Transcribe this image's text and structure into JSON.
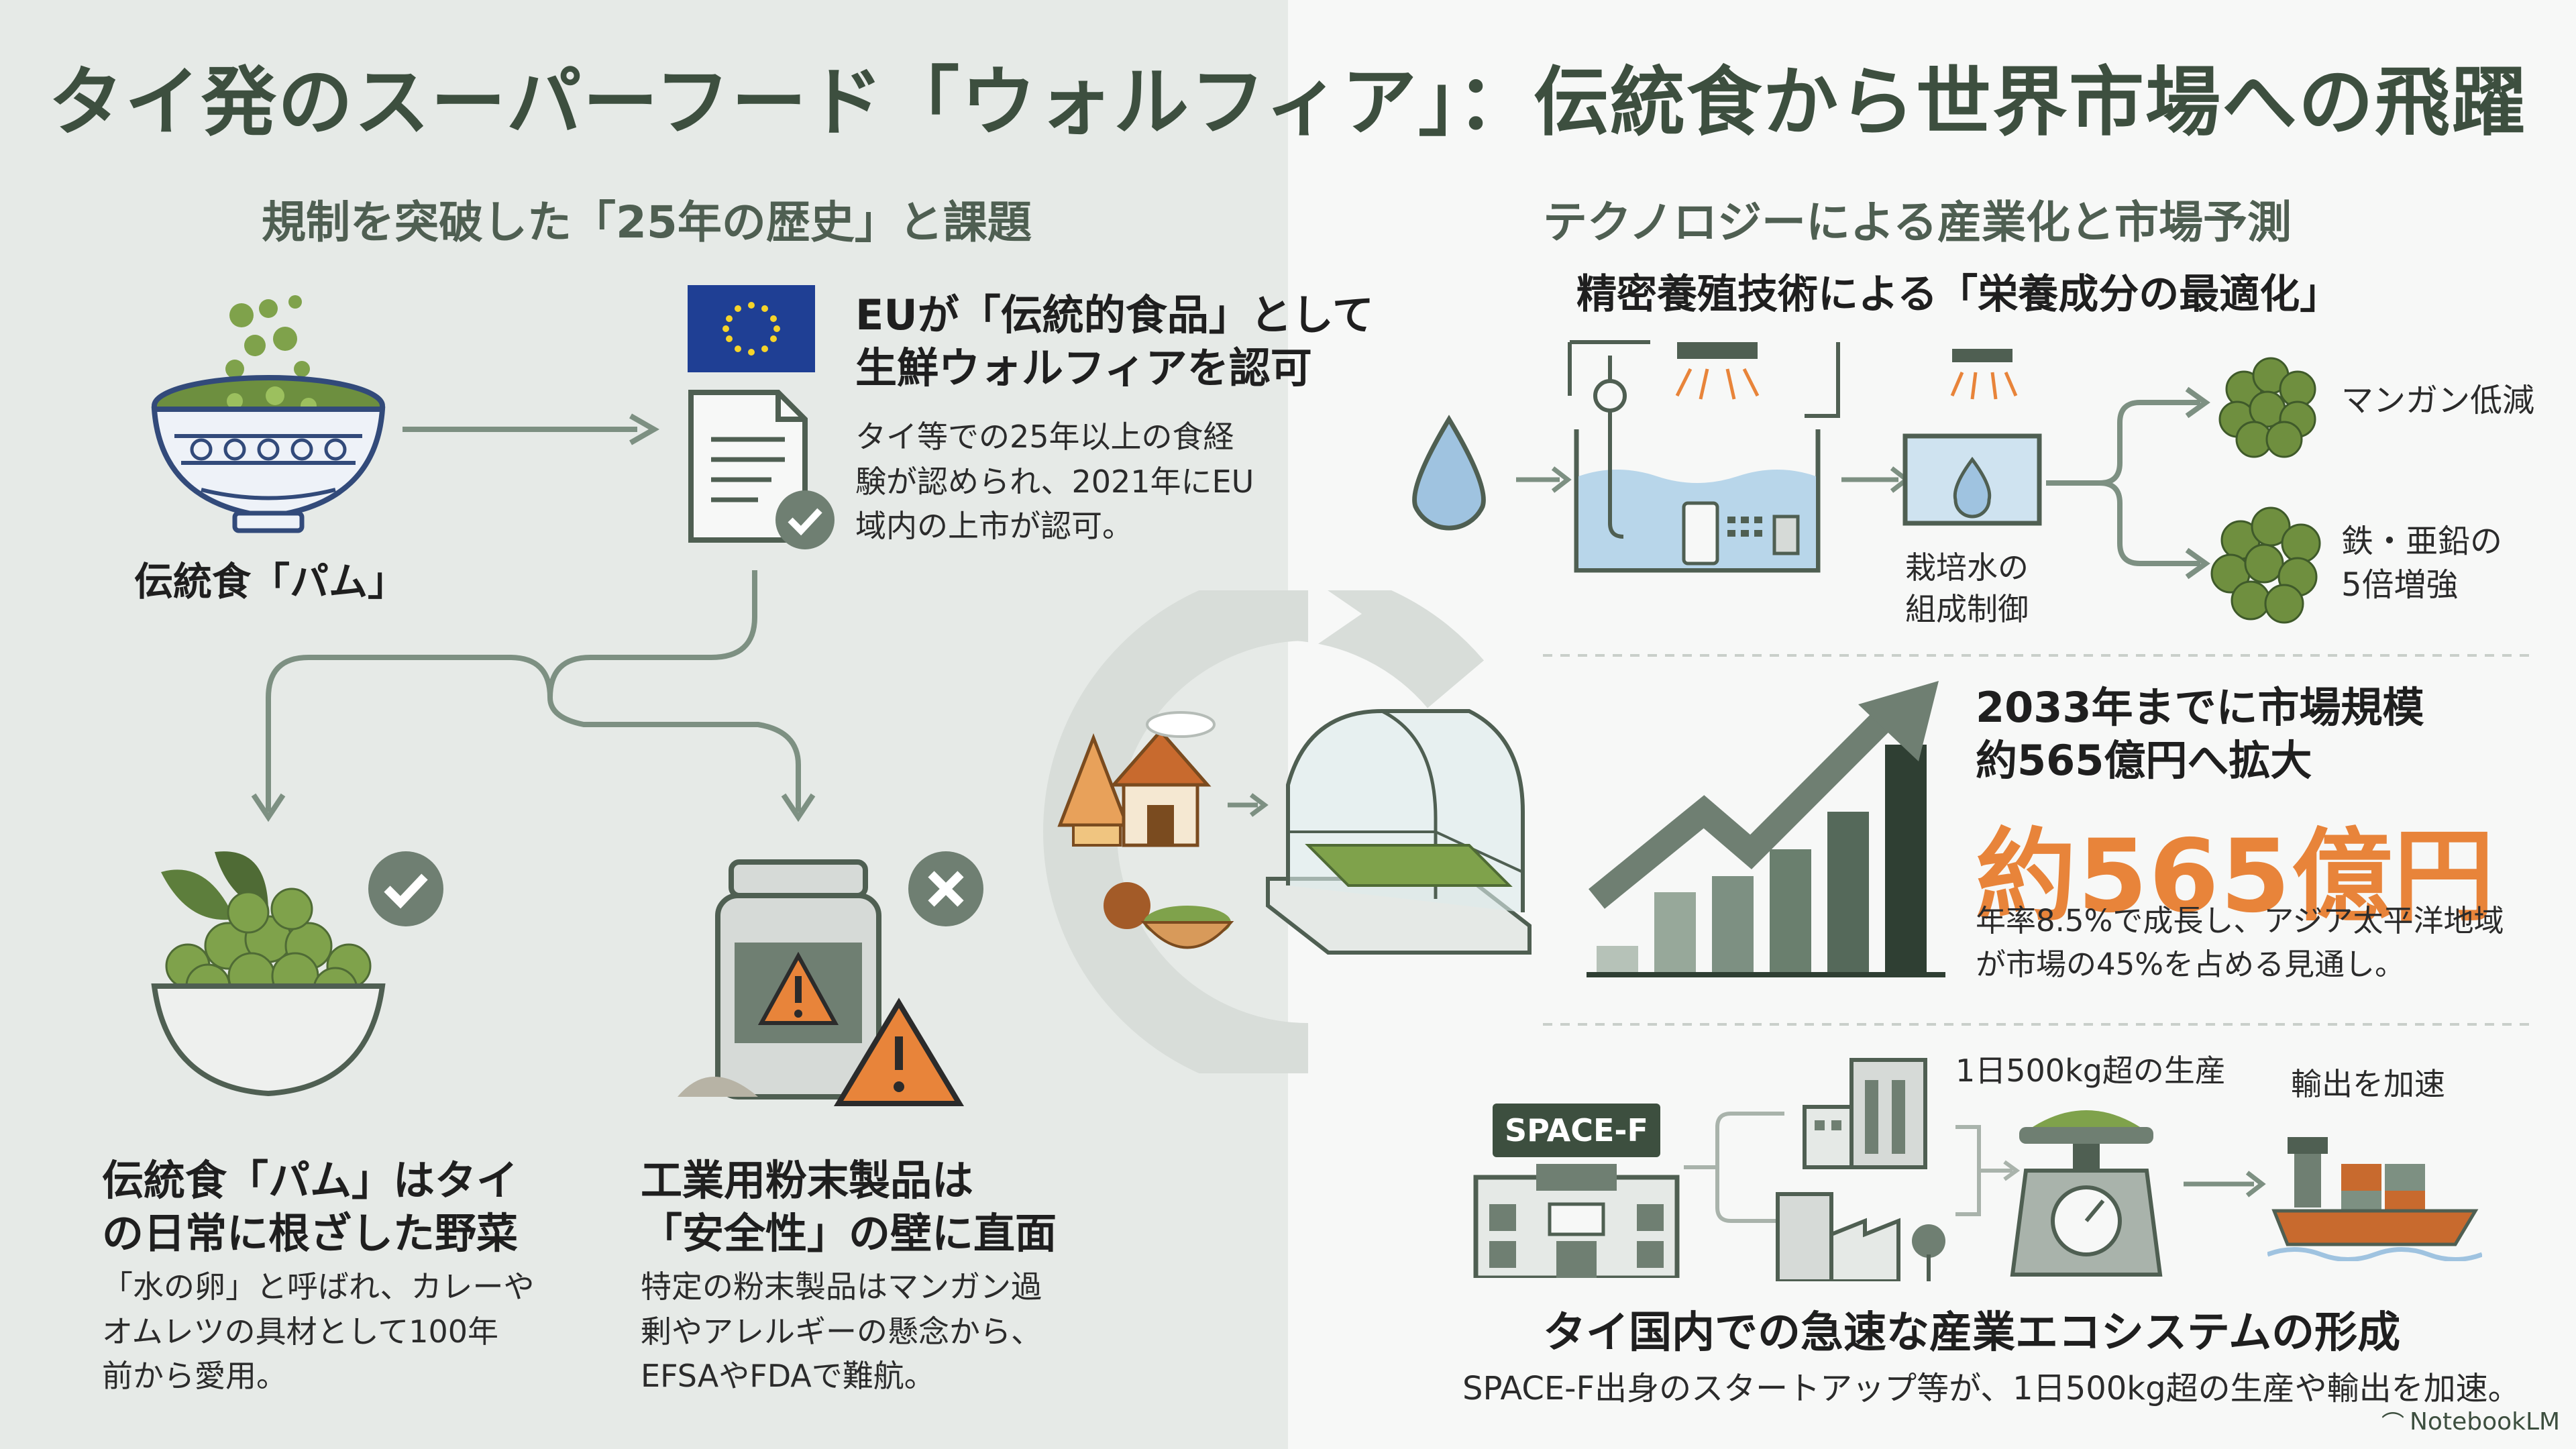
{
  "title": "タイ発のスーパーフード「ウォルフィア」：伝統食から世界市場への飛躍",
  "left_section": {
    "title": "規制を突破した「25年の歴史」と課題",
    "bowl_label": "伝統食「パム」",
    "eu_heading": "EUが「伝統的食品」として\n生鮮ウォルフィアを認可",
    "eu_body": "タイ等での25年以上の食経\n験が認められ、2021年にEU\n域内の上市が認可。",
    "veg_heading": "伝統食「パム」はタイ\nの日常に根ざした野菜",
    "veg_body": "「水の卵」と呼ばれ、カレーや\nオムレツの具材として100年\n前から愛用。",
    "powder_heading": "工業用粉末製品は\n「安全性」の壁に直面",
    "powder_body": "特定の粉末製品はマンガン過\n剰やアレルギーの懸念から、\nEFSAやFDAで難航。"
  },
  "right_section": {
    "title": "テクノロジーによる産業化と市場予測",
    "precision_title": "精密養殖技術による「栄養成分の最適化」",
    "water_label": "栽培水の\n組成制御",
    "manganese_label": "マンガン低減",
    "iron_label": "鉄・亜鉛の\n5倍増強",
    "market_heading": "2033年までに市場規模\n約565億円へ拡大",
    "market_big": "約565億円",
    "market_body": "年率8.5%で成長し、アジア太平洋地域\nが市場の45%を占める見通し。",
    "spacef_label": "SPACE-F",
    "production_label": "1日500kg超の生産",
    "export_label": "輸出を加速",
    "eco_heading": "タイ国内での急速な産業エコシステムの形成",
    "eco_body": "SPACE-F出身のスタートアップ等が、1日500kg超の生産や輸出を加速。"
  },
  "chart_data": {
    "type": "bar",
    "categories": [
      "",
      "",
      "",
      "",
      "",
      ""
    ],
    "values": [
      1,
      3,
      3.6,
      4.6,
      6,
      8.5
    ],
    "title": "",
    "xlabel": "",
    "ylabel": "",
    "ylim": [
      0,
      10
    ]
  },
  "footer": {
    "brand": "NotebookLM"
  },
  "colors": {
    "green_dark": "#4f6b52",
    "green_mid": "#6f8f63",
    "green_leaf": "#7fa24b",
    "orange": "#e8843a",
    "blue_eu": "#1f3f94",
    "arrow": "#7d9082"
  }
}
